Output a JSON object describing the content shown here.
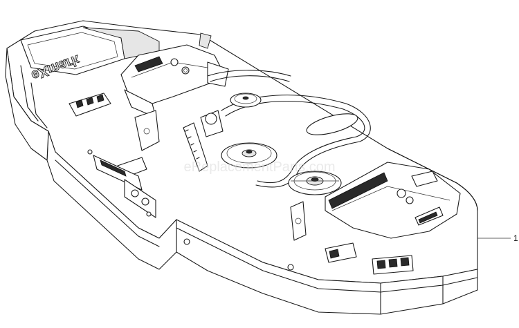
{
  "watermark": "eReplacementParts.com",
  "callouts": [
    {
      "label": "1"
    }
  ],
  "brand_logo": "eXmark"
}
